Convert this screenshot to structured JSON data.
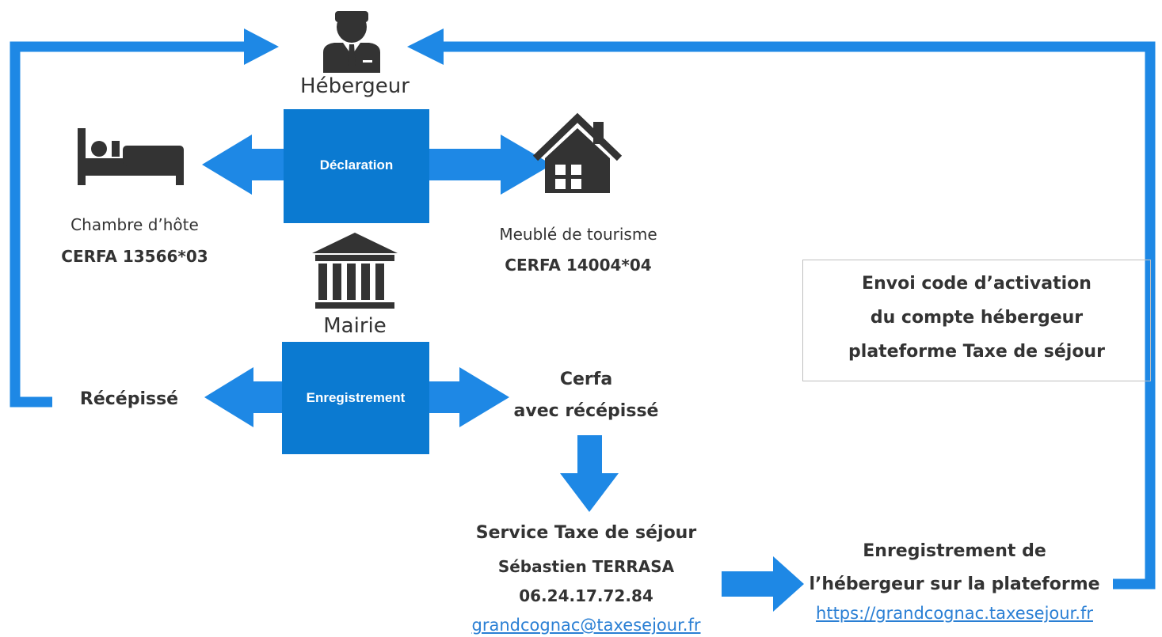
{
  "colors": {
    "accent": "#0b7ad1",
    "arrow": "#1e88e5",
    "icon": "#333333",
    "link": "#2a7fd4"
  },
  "icons": [
    "businessman-icon",
    "bed-icon",
    "house-icon",
    "bank-icon"
  ],
  "nodes": {
    "hebergeur": "Hébergeur",
    "declaration": "Déclaration",
    "chambre_title": "Chambre d’hôte",
    "chambre_cerfa": "CERFA 13566*03",
    "meuble_title": "Meublé de tourisme",
    "meuble_cerfa": "CERFA 14004*04",
    "mairie": "Mairie",
    "enregistrement": "Enregistrement",
    "recepisse": "Récépissé",
    "cerfa_line1": "Cerfa",
    "cerfa_line2": "avec récépissé",
    "service_title": "Service Taxe de séjour",
    "service_contact": "Sébastien TERRASA",
    "service_phone": "06.24.17.72.84",
    "service_email": "grandcognac@taxesejour.fr",
    "activation_line1": "Envoi code d’activation",
    "activation_line2": "du compte hébergeur",
    "activation_line3": "plateforme Taxe de séjour",
    "platform_line1": "Enregistrement de",
    "platform_line2": "l’hébergeur sur la plateforme",
    "platform_url": "https://grandcognac.taxesejour.fr"
  }
}
